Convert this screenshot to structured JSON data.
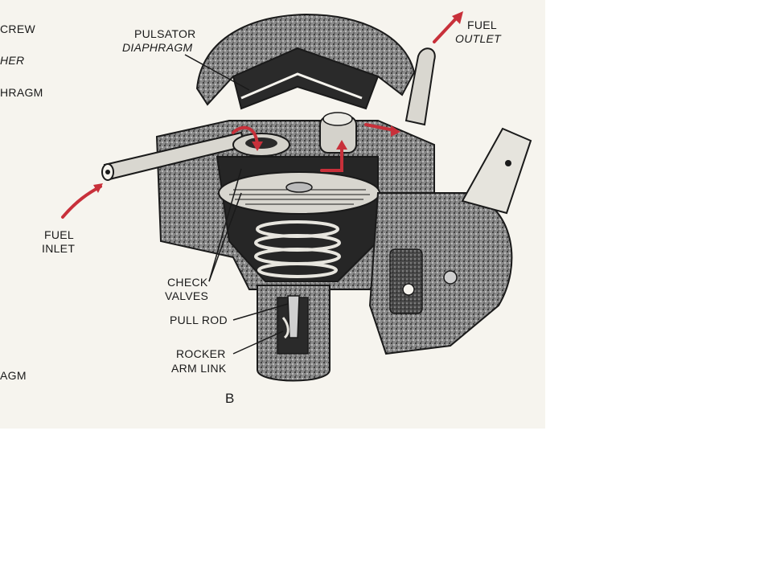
{
  "labels": {
    "cut_screw": "CREW",
    "cut_washer": "HER",
    "cut_diaphragm_top": "HRAGM",
    "cut_diaphragm_bottom": "AGM",
    "pulsator_line1": "PULSATOR",
    "pulsator_line2": "DIAPHRAGM",
    "fuel_outlet_line1": "FUEL",
    "fuel_outlet_line2": "OUTLET",
    "fuel_inlet_line1": "FUEL",
    "fuel_inlet_line2": "INLET",
    "check_valves_line1": "CHECK",
    "check_valves_line2": "VALVES",
    "pull_rod": "PULL ROD",
    "rocker_line1": "ROCKER",
    "rocker_line2": "ARM LINK",
    "panel_letter": "B"
  },
  "colors": {
    "paper": "#f6f4ee",
    "ink": "#1a1a1a",
    "flow_arrow": "#c8303a",
    "casting": "#6b6b6b"
  }
}
